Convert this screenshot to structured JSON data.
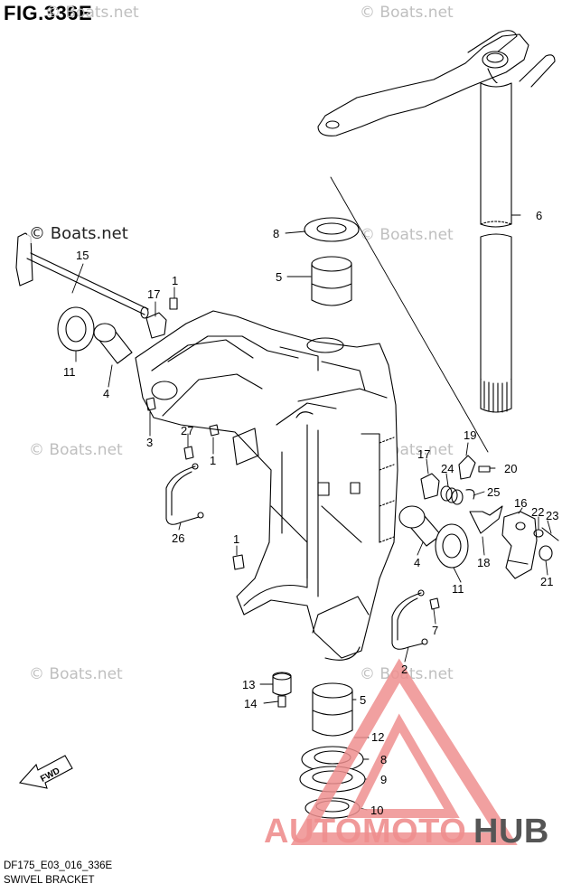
{
  "header": {
    "figure_label": "FIG.336E"
  },
  "footer": {
    "model_code": "DF175_E03_016_336E",
    "caption": "SWIVEL BRACKET"
  },
  "watermarks": {
    "primary": "© Boats.net",
    "repeats": [
      "© Boats.net",
      "© Boats.net",
      "© Boats.net",
      "© Boats.net",
      "© Boats.net",
      "© Boats.net",
      "© Boats.net"
    ]
  },
  "brand": {
    "part_a": "AUTOMOTO",
    "part_b": "HUB",
    "color_a": "#ef8f8f",
    "color_b": "#555555"
  },
  "fwd_arrow": {
    "label": "FWD"
  },
  "callouts": [
    {
      "id": "c1",
      "number": "1"
    },
    {
      "id": "c2",
      "number": "1"
    },
    {
      "id": "c3",
      "number": "1"
    },
    {
      "id": "c4",
      "number": "2"
    },
    {
      "id": "c5",
      "number": "3"
    },
    {
      "id": "c6",
      "number": "4"
    },
    {
      "id": "c7",
      "number": "4"
    },
    {
      "id": "c8",
      "number": "5"
    },
    {
      "id": "c9",
      "number": "5"
    },
    {
      "id": "c10",
      "number": "6"
    },
    {
      "id": "c11",
      "number": "7"
    },
    {
      "id": "c12",
      "number": "8"
    },
    {
      "id": "c13",
      "number": "8"
    },
    {
      "id": "c14",
      "number": "9"
    },
    {
      "id": "c15",
      "number": "10"
    },
    {
      "id": "c16",
      "number": "11"
    },
    {
      "id": "c17",
      "number": "11"
    },
    {
      "id": "c18",
      "number": "12"
    },
    {
      "id": "c19",
      "number": "13"
    },
    {
      "id": "c20",
      "number": "14"
    },
    {
      "id": "c21",
      "number": "15"
    },
    {
      "id": "c22",
      "number": "16"
    },
    {
      "id": "c23",
      "number": "17"
    },
    {
      "id": "c24",
      "number": "17"
    },
    {
      "id": "c25",
      "number": "18"
    },
    {
      "id": "c26",
      "number": "19"
    },
    {
      "id": "c27",
      "number": "20"
    },
    {
      "id": "c28",
      "number": "21"
    },
    {
      "id": "c29",
      "number": "22"
    },
    {
      "id": "c30",
      "number": "23"
    },
    {
      "id": "c31",
      "number": "24"
    },
    {
      "id": "c32",
      "number": "25"
    },
    {
      "id": "c33",
      "number": "26"
    },
    {
      "id": "c34",
      "number": "27"
    }
  ],
  "colors": {
    "line": "#000000",
    "logo_triangle": "#ef8f8f",
    "watermark": "#bfbfbf"
  }
}
